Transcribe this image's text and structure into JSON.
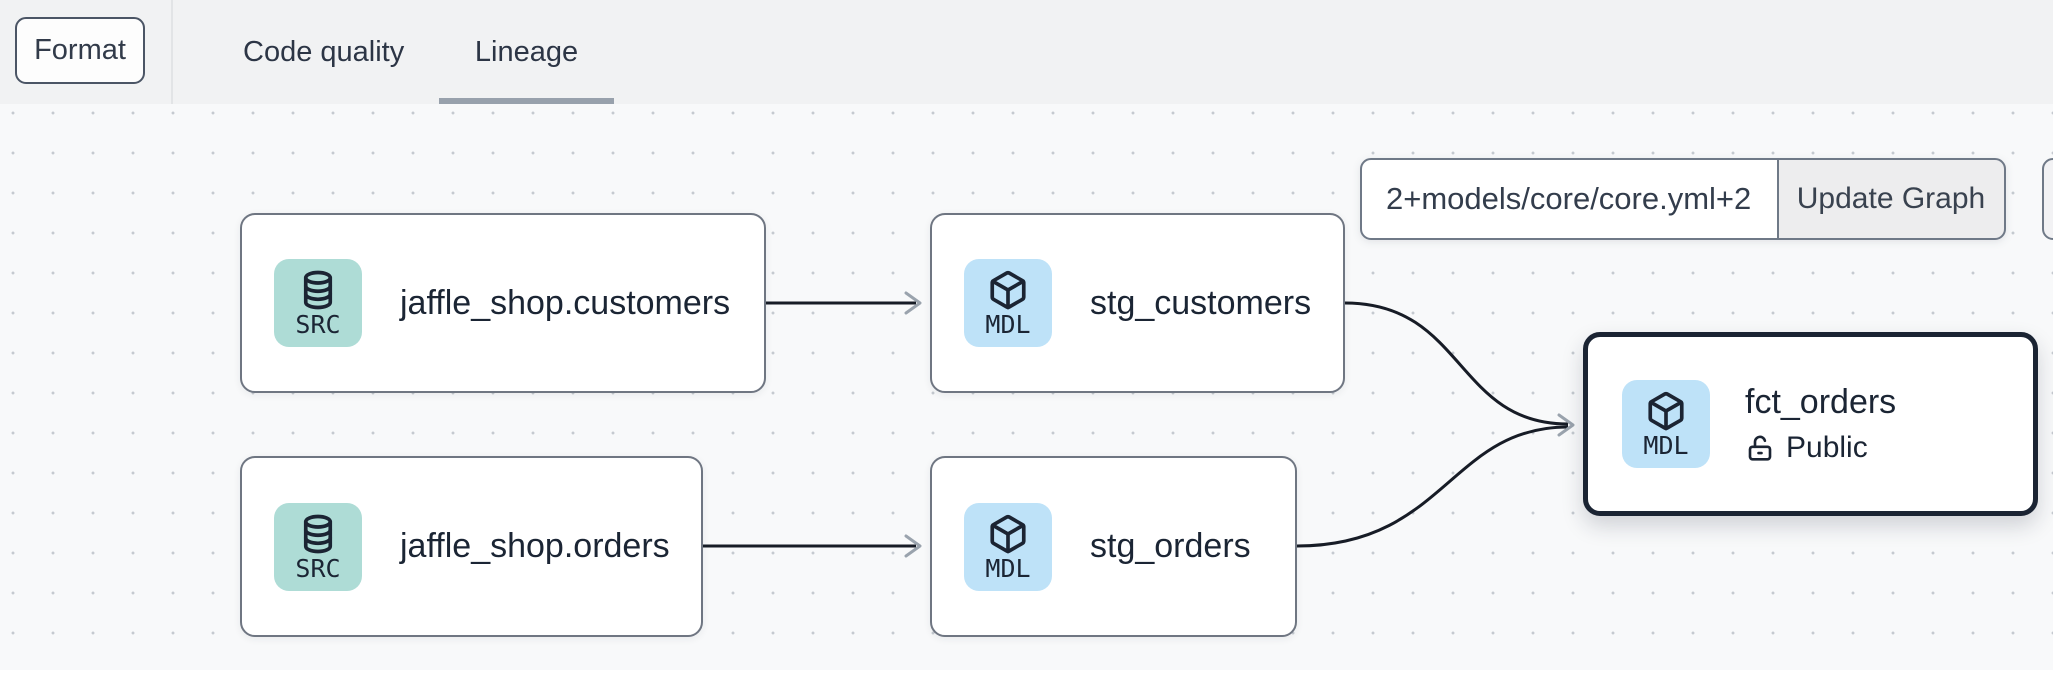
{
  "header": {
    "format_button": "Format",
    "tabs": [
      {
        "label": "Code quality",
        "active": false
      },
      {
        "label": "Lineage",
        "active": true
      }
    ]
  },
  "lineage_controls": {
    "selector_input_value": "2+models/core/core.yml+2",
    "update_graph_button": "Update Graph"
  },
  "graph": {
    "nodes": [
      {
        "id": "source-jaffle-shop-customers",
        "type": "source",
        "badge": "SRC",
        "label": "jaffle_shop.customers",
        "selected": false
      },
      {
        "id": "source-jaffle-shop-orders",
        "type": "source",
        "badge": "SRC",
        "label": "jaffle_shop.orders",
        "selected": false
      },
      {
        "id": "model-stg-customers",
        "type": "model",
        "badge": "MDL",
        "label": "stg_customers",
        "selected": false
      },
      {
        "id": "model-stg-orders",
        "type": "model",
        "badge": "MDL",
        "label": "stg_orders",
        "selected": false
      },
      {
        "id": "model-fct-orders",
        "type": "model",
        "badge": "MDL",
        "label": "fct_orders",
        "access": "Public",
        "selected": true
      }
    ],
    "edges": [
      {
        "from": "source-jaffle-shop-customers",
        "to": "model-stg-customers"
      },
      {
        "from": "source-jaffle-shop-orders",
        "to": "model-stg-orders"
      },
      {
        "from": "model-stg-customers",
        "to": "model-fct-orders"
      },
      {
        "from": "model-stg-orders",
        "to": "model-fct-orders"
      }
    ]
  },
  "colors": {
    "topbar_bg": "#f1f2f3",
    "canvas_bg": "#f8f9fa",
    "source_badge_bg": "#aedcd6",
    "model_badge_bg": "#bee2f8",
    "node_border": "#6f7682",
    "selected_node_border": "#1b2433",
    "edge": "#171c26",
    "arrowhead": "#9aa3ad",
    "tab_underline": "#98a1ac"
  }
}
